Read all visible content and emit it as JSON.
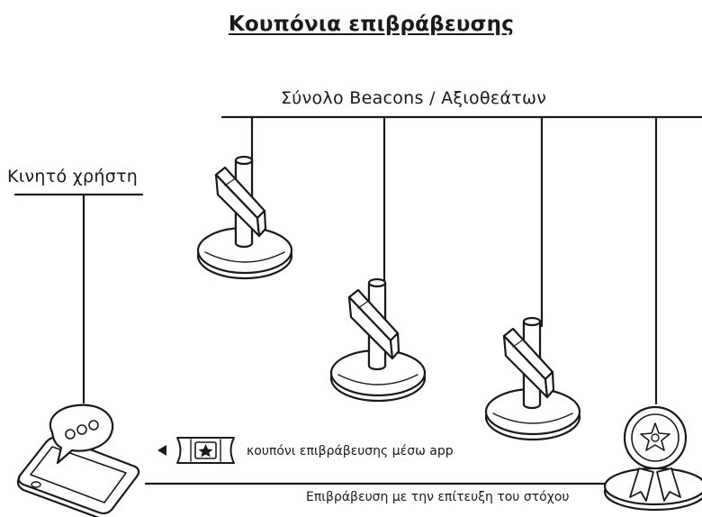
{
  "title": "Κουπόνια επιβράβευσης",
  "beacons_label": "Σύνολο Beacons / Αξιοθεάτων",
  "phone_label": "Κινητό χρήστη",
  "coupon_label": "κουπόνι επιβράβευσης μέσω app",
  "reward_label": "Επιβράβευση με την επίτευξη του στόχου",
  "icons": [
    "beacon-icon",
    "smartphone-icon",
    "chat-bubble-icon",
    "coupon-star-icon",
    "award-badge-icon",
    "arrow-left-icon"
  ],
  "colors": {
    "ink": "#1a1a1a",
    "background": "#ffffff"
  }
}
